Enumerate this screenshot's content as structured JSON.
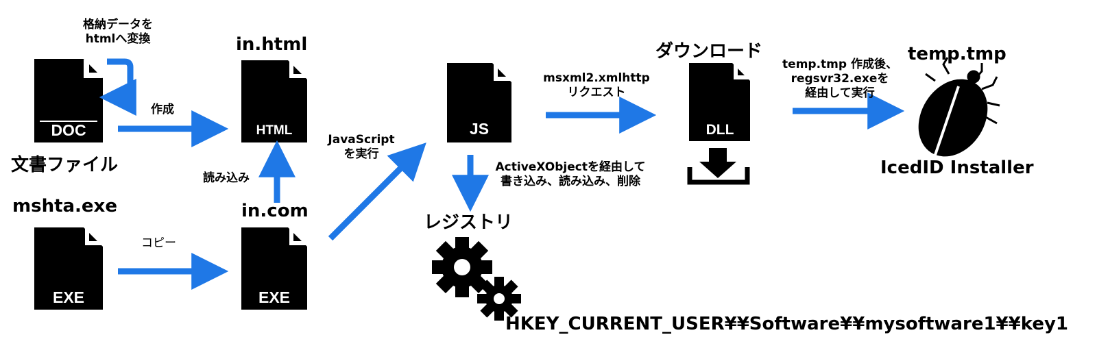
{
  "nodes": {
    "doc_file": {
      "label": "文書ファイル",
      "badge": "DOC"
    },
    "mshta": {
      "label": "mshta.exe",
      "badge": "EXE"
    },
    "in_html": {
      "label": "in.html",
      "badge": "HTML"
    },
    "in_com": {
      "label": "in.com",
      "badge": "EXE"
    },
    "js": {
      "badge": "JS"
    },
    "registry": {
      "label": "レジストリ",
      "key_path": "HKEY_CURRENT_USER¥¥Software¥¥mysoftware1¥¥key1"
    },
    "dll": {
      "label": "ダウンロード",
      "badge": "DLL"
    },
    "temp": {
      "label": "temp.tmp",
      "caption": "IcedID Installer"
    }
  },
  "edges": {
    "convert_line1": "格納データを",
    "convert_line2": "htmlへ変換",
    "create": "作成",
    "copy": "コピー",
    "read": "読み込み",
    "run_js_line1": "JavaScript",
    "run_js_line2": "を実行",
    "request_line1": "msxml2.xmlhttp",
    "request_line2": "リクエスト",
    "activex_line1": "ActiveXObjectを経由して",
    "activex_line2": "書き込み、読み込み、削除",
    "exec_line1": "temp.tmp 作成後、",
    "exec_line2": "regsvr32.exeを",
    "exec_line3": "経由して実行"
  },
  "colors": {
    "arrow": "#1f78e6",
    "icon": "#000000"
  }
}
